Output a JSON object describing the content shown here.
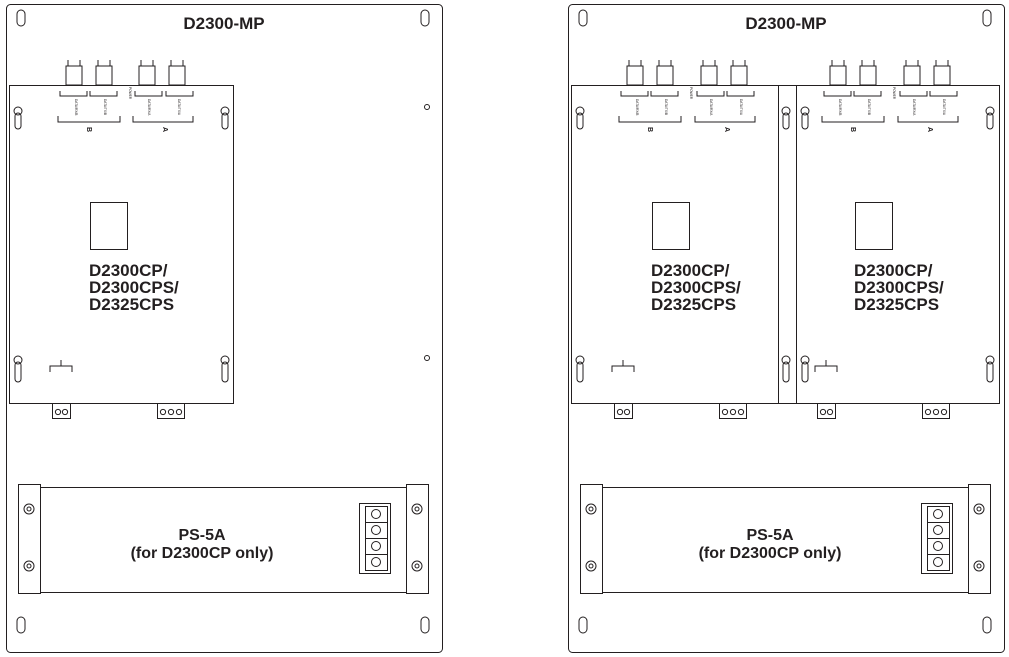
{
  "panels": [
    {
      "title": "D2300-MP",
      "modules": [
        {
          "model_lines": [
            "D2300CP/",
            "D2300CPS/",
            "D2325CPS"
          ],
          "connector_labels": [
            "DATA/RX/B",
            "DATA/TX/B",
            "POWER",
            "DATA/RX/A",
            "DATA/TX/A"
          ],
          "group_labels": [
            "B",
            "A"
          ]
        }
      ],
      "power_supply": {
        "lines": [
          "PS-5A",
          "(for D2300CP only)"
        ]
      }
    },
    {
      "title": "D2300-MP",
      "modules": [
        {
          "model_lines": [
            "D2300CP/",
            "D2300CPS/",
            "D2325CPS"
          ],
          "connector_labels": [
            "DATA/RX/B",
            "DATA/TX/B",
            "POWER",
            "DATA/RX/A",
            "DATA/TX/A"
          ],
          "group_labels": [
            "B",
            "A"
          ]
        },
        {
          "model_lines": [
            "D2300CP/",
            "D2300CPS/",
            "D2325CPS"
          ],
          "connector_labels": [
            "DATA/RX/B",
            "DATA/TX/B",
            "POWER",
            "DATA/RX/A",
            "DATA/TX/A"
          ],
          "group_labels": [
            "B",
            "A"
          ]
        }
      ],
      "power_supply": {
        "lines": [
          "PS-5A",
          "(for D2300CP only)"
        ]
      }
    }
  ]
}
